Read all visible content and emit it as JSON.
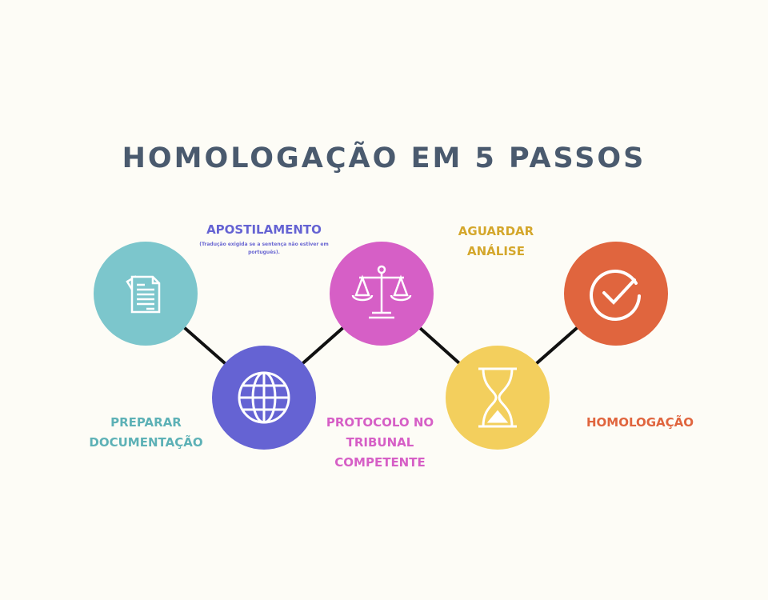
{
  "title": "HOMOLOGAÇÃO EM 5 PASSOS",
  "steps": [
    {
      "label": "PREPARAR DOCUMENTAÇÃO",
      "icon": "document-icon",
      "color": "#7cc6cc",
      "text_color": "#5db1b6"
    },
    {
      "label": "APOSTILAMENTO",
      "note": "(Tradução exigida se a sentença não estiver em português).",
      "icon": "globe-icon",
      "color": "#6563d3",
      "text_color": "#6563d3"
    },
    {
      "label": "PROTOCOLO NO TRIBUNAL COMPETENTE",
      "icon": "scales-icon",
      "color": "#d65fc6",
      "text_color": "#d65fc6"
    },
    {
      "label": "AGUARDAR ANÁLISE",
      "icon": "hourglass-icon",
      "color": "#f3cf5d",
      "text_color": "#d4a72c"
    },
    {
      "label": "HOMOLOGAÇÃO",
      "icon": "check-circle-icon",
      "color": "#e0653e",
      "text_color": "#e0653e"
    }
  ]
}
